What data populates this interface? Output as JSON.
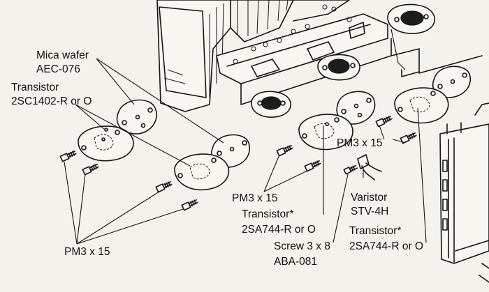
{
  "labels": {
    "mica_wafer": "Mica wafer",
    "mica_wafer_part": "AEC-076",
    "transistor_left": "Transistor",
    "transistor_left_part": "2SC1402-R or O",
    "screw_pm3_center": "PM3 x 15",
    "screw_pm3_right": "PM3 x 15",
    "screw_pm3_bottom_left": "PM3 x 15",
    "transistor_center": "Transistor*",
    "transistor_center_part": "2SA744-R or O",
    "varistor": "Varistor",
    "varistor_part": "STV-4H",
    "transistor_right": "Transistor*",
    "transistor_right_part": "2SA744-R or O",
    "screw_3x8": "Screw 3 x 8",
    "screw_3x8_part": "ABA-081"
  },
  "colors": {
    "paper": "#f4f2ec",
    "ink": "#151515"
  }
}
